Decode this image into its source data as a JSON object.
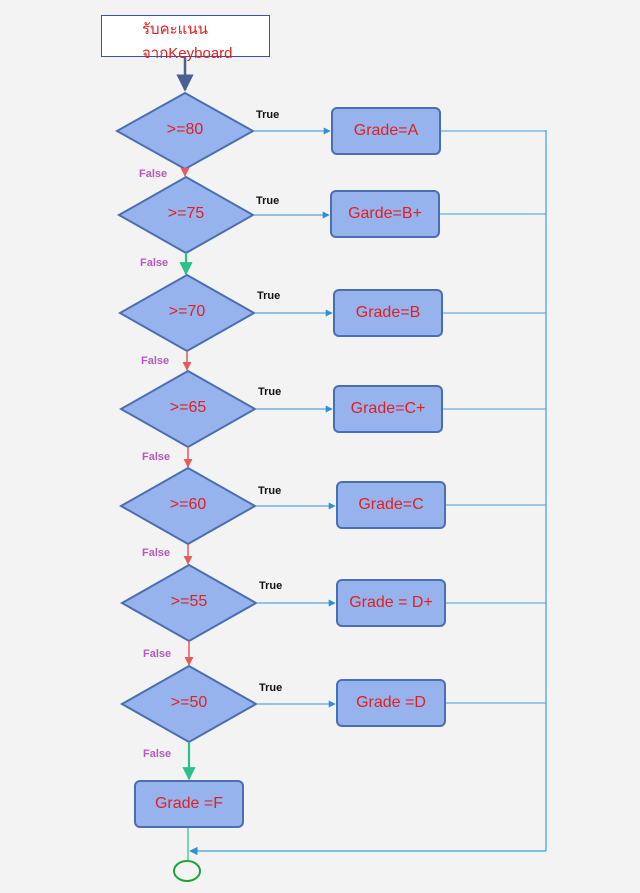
{
  "start": {
    "line1": "รับคะแนน",
    "line2": "จากKeyboard"
  },
  "conditions": [
    {
      "label": ">=80",
      "true_label": "True",
      "false_label": "False",
      "result": "Grade=A"
    },
    {
      "label": ">=75",
      "true_label": "True",
      "false_label": "False",
      "result": "Garde=B+"
    },
    {
      "label": ">=70",
      "true_label": "True",
      "false_label": "False",
      "result": "Grade=B"
    },
    {
      "label": ">=65",
      "true_label": "True",
      "false_label": "False",
      "result": "Grade=C+"
    },
    {
      "label": ">=60",
      "true_label": "True",
      "false_label": "False",
      "result": "Grade=C"
    },
    {
      "label": ">=55",
      "true_label": "True",
      "false_label": "False",
      "result": "Grade = D+"
    },
    {
      "label": ">=50",
      "true_label": "True",
      "false_label": "False",
      "result": "Grade =D"
    }
  ],
  "final": {
    "label": "Grade =F"
  },
  "colors": {
    "shape_fill": "#97b3ee",
    "shape_border": "#4a6fb1",
    "text": "#e02020",
    "true_arrow": "#2f8fd8",
    "false_arrow_red": "#e85a5a",
    "false_arrow_green": "#2bbf8a",
    "loop_line": "#3aa0d8",
    "end_circle": "#1fa33a"
  }
}
